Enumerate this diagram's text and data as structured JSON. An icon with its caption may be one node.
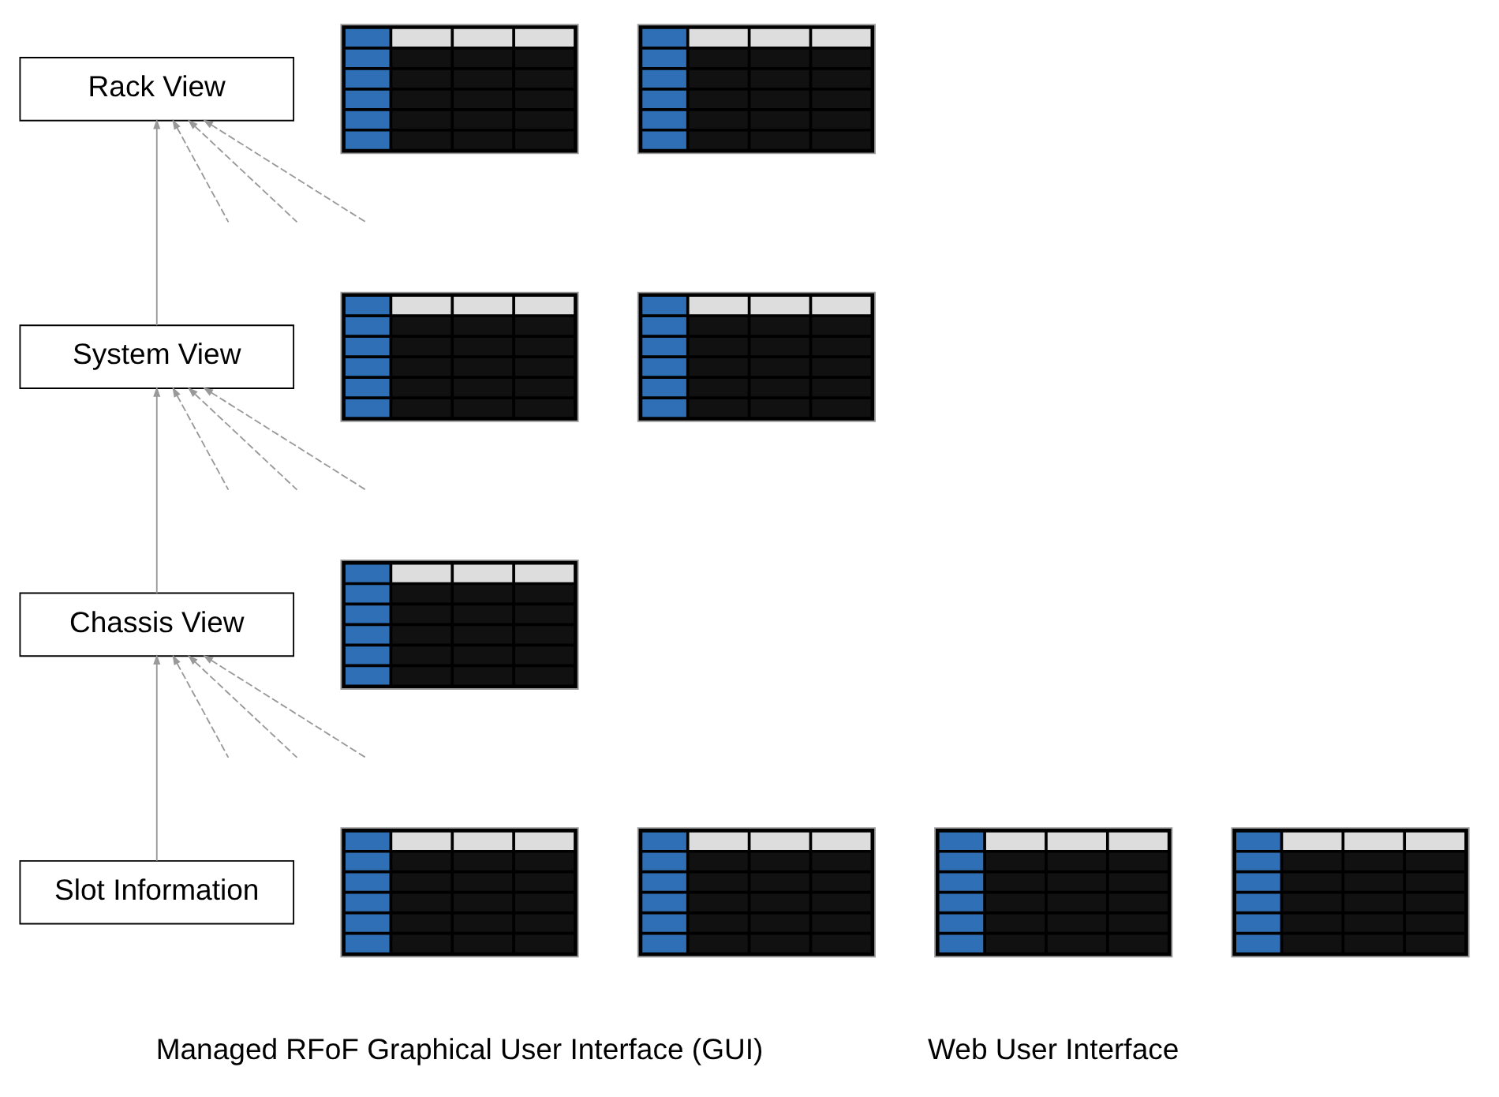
{
  "diagram": {
    "nodes": [
      {
        "text": [
          "Rack View"
        ]
      },
      {
        "text": [],
        "shape": "picture"
      },
      {
        "text": [],
        "shape": "picture"
      },
      {
        "text": [
          "System View"
        ]
      },
      {
        "text": [],
        "shape": "picture"
      },
      {
        "text": [],
        "shape": "picture"
      },
      {
        "text": [
          "Chassis View"
        ]
      },
      {
        "text": [],
        "shape": "picture"
      },
      {
        "text": [
          "Slot Information"
        ]
      },
      {
        "text": [],
        "shape": "picture"
      },
      {
        "text": [],
        "shape": "picture"
      },
      {
        "text": [],
        "shape": "picture"
      },
      {
        "text": [],
        "shape": "picture"
      }
    ],
    "edges": [
      {
        "from": 3,
        "to": 0,
        "arrow": "to"
      },
      {
        "from": null,
        "to": 0,
        "arrow": "to",
        "style": "dashed"
      },
      {
        "from": null,
        "to": 0,
        "arrow": "to",
        "style": "dashed"
      },
      {
        "from": null,
        "to": 0,
        "arrow": "to",
        "style": "dashed"
      },
      {
        "from": 6,
        "to": 3,
        "arrow": "to"
      },
      {
        "from": null,
        "to": 3,
        "arrow": "to",
        "style": "dashed"
      },
      {
        "from": null,
        "to": 3,
        "arrow": "to",
        "style": "dashed"
      },
      {
        "from": null,
        "to": 3,
        "arrow": "to",
        "style": "dashed"
      },
      {
        "from": 8,
        "to": 6,
        "arrow": "to"
      },
      {
        "from": null,
        "to": 6,
        "arrow": "to",
        "style": "dashed"
      },
      {
        "from": null,
        "to": 6,
        "arrow": "to",
        "style": "dashed"
      },
      {
        "from": null,
        "to": 6,
        "arrow": "to",
        "style": "dashed"
      }
    ],
    "labels": [
      "Managed RFoF Graphical User Interface (GUI)",
      "Web User Interface"
    ]
  }
}
